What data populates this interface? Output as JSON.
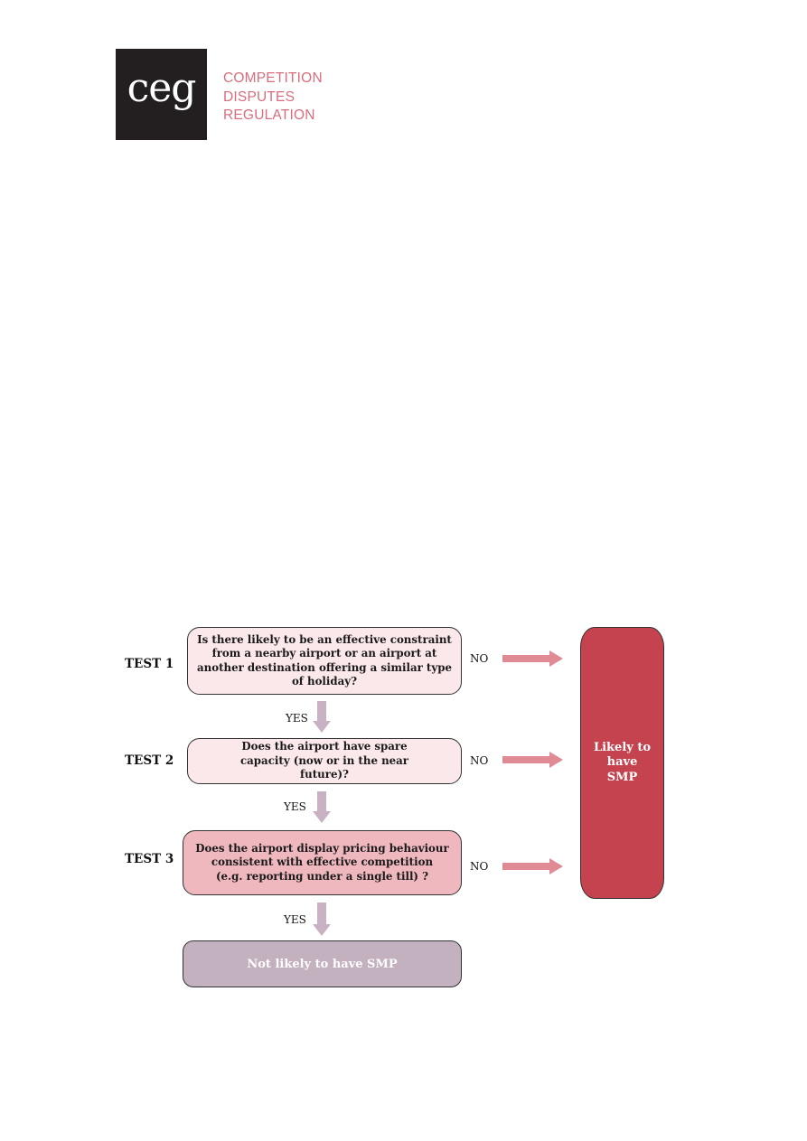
{
  "logo": {
    "wordmark": "ceg",
    "tagline": [
      "COMPETITION",
      "DISPUTES",
      "REGULATION"
    ]
  },
  "colors": {
    "brand_pink": "#d96d7e",
    "question_light": "#fbe8ea",
    "question_medium": "#efb7be",
    "smp_red": "#c5424f",
    "not_smp_mauve": "#c4b1c0",
    "arrow_pink": "#e08a95",
    "arrow_mauve": "#c9b1c4"
  },
  "flowchart": {
    "tests": [
      {
        "label": "TEST 1",
        "question": "Is there likely to be an effective constraint from a nearby airport or an airport at another destination offering a similar type of holiday?",
        "no_label": "NO"
      },
      {
        "label": "TEST 2",
        "question": "Does the airport have spare capacity (now or in the near future)?",
        "no_label": "NO"
      },
      {
        "label": "TEST 3",
        "question": "Does the airport display pricing behaviour\nconsistent with effective competition\n(e.g. reporting under a single till) ?",
        "no_label": "NO"
      }
    ],
    "yes_labels": [
      "YES",
      "YES",
      "YES"
    ],
    "outcome_smp": "Likely to\nhave\nSMP",
    "outcome_not_smp": "Not likely to have SMP"
  }
}
